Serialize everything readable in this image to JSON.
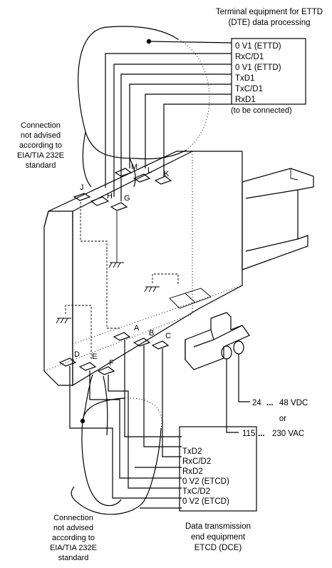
{
  "dte": {
    "title_line1": "Terminal equipment for ETTD",
    "title_line2": "(DTE) data processing",
    "signals": [
      "0  V1  (ETTD)",
      "RxC/D1",
      "0  V1  (ETTD)",
      "TxD1",
      "TxC/D1",
      "RxD1"
    ],
    "note": "(to be connected)"
  },
  "note_top": {
    "lines": [
      "Connection",
      "not advised",
      "according to",
      "EIA/TIA 232E",
      "standard"
    ]
  },
  "note_bottom": {
    "lines": [
      "Connection",
      "not advised",
      "according to",
      "EIA/TIA 232E",
      "standard"
    ]
  },
  "terminals_top": [
    "J",
    "H",
    "G",
    "M",
    "L",
    "K"
  ],
  "terminals_bottom": [
    "A",
    "B",
    "C",
    "D",
    "E",
    "F"
  ],
  "power": {
    "dc_a": "24",
    "dc_b": "48  VDC",
    "or": "or",
    "ac_a": "115",
    "ac_b": "230  VAC",
    "sep": "..."
  },
  "dce": {
    "signals": [
      "TxD2",
      "RxC/D2",
      "RxD2",
      "0  V2  (ETCD)",
      "TxC/D2",
      "0  V2  (ETCD)"
    ],
    "caption_lines": [
      "Data transmission",
      "end equipment",
      "ETCD (DCE)"
    ]
  }
}
